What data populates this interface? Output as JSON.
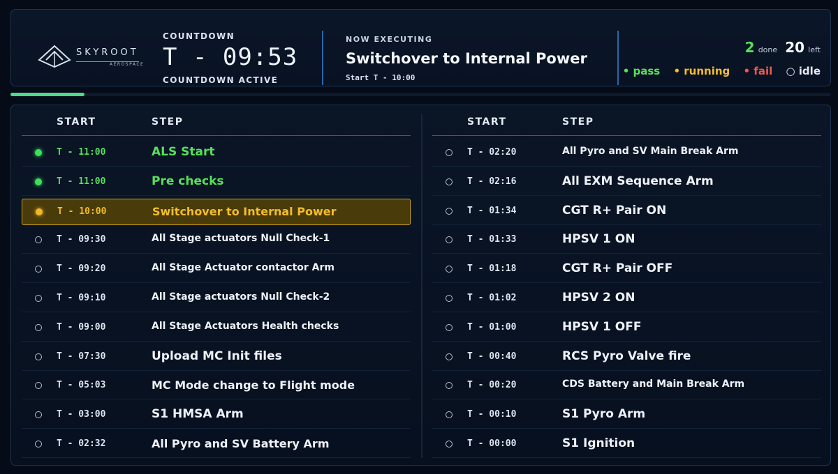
{
  "header": {
    "logo": {
      "name": "SKYROOT",
      "sub": "AEROSPACE"
    },
    "countdown_label": "COUNTDOWN",
    "countdown_time": "T - 09:53",
    "countdown_status": "COUNTDOWN ACTIVE",
    "now_label": "NOW EXECUTING",
    "now_step": "Switchover to Internal Power",
    "now_start": "Start T - 10:00",
    "done_count": "2",
    "done_label": "done",
    "left_count": "20",
    "left_label": "left",
    "legend": {
      "pass": "• pass",
      "running": "• running",
      "fail": "• fail",
      "idle": "○ idle"
    }
  },
  "colors": {
    "pass": "#56e05a",
    "running": "#f3bd2b",
    "fail": "#f0584a",
    "idle": "#e6ebf2",
    "accent_line": "#2a67a8"
  },
  "progress": {
    "fraction": 0.09
  },
  "columns": {
    "start": "START",
    "step": "STEP"
  },
  "left_steps": [
    {
      "start": "T - 11:00",
      "step": "ALS Start",
      "status": "pass"
    },
    {
      "start": "T - 11:00",
      "step": "Pre checks",
      "status": "pass"
    },
    {
      "start": "T - 10:00",
      "step": "Switchover to Internal Power",
      "status": "running"
    },
    {
      "start": "T - 09:30",
      "step": "All Stage actuators Null Check-1",
      "status": "idle"
    },
    {
      "start": "T - 09:20",
      "step": "All Stage Actuator contactor Arm",
      "status": "idle"
    },
    {
      "start": "T - 09:10",
      "step": "All Stage actuators Null Check-2",
      "status": "idle"
    },
    {
      "start": "T - 09:00",
      "step": "All Stage Actuators Health checks",
      "status": "idle"
    },
    {
      "start": "T - 07:30",
      "step": "Upload MC Init files",
      "status": "idle"
    },
    {
      "start": "T - 05:03",
      "step": "MC Mode change to Flight mode",
      "status": "idle"
    },
    {
      "start": "T - 03:00",
      "step": "S1 HMSA Arm",
      "status": "idle"
    },
    {
      "start": "T - 02:32",
      "step": "All Pyro and SV Battery Arm",
      "status": "idle"
    }
  ],
  "right_steps": [
    {
      "start": "T - 02:20",
      "step": "All Pyro and SV Main Break Arm",
      "status": "idle"
    },
    {
      "start": "T - 02:16",
      "step": "All EXM Sequence Arm",
      "status": "idle"
    },
    {
      "start": "T - 01:34",
      "step": "CGT R+ Pair ON",
      "status": "idle"
    },
    {
      "start": "T - 01:33",
      "step": "HPSV 1 ON",
      "status": "idle"
    },
    {
      "start": "T - 01:18",
      "step": "CGT R+ Pair OFF",
      "status": "idle"
    },
    {
      "start": "T - 01:02",
      "step": "HPSV 2 ON",
      "status": "idle"
    },
    {
      "start": "T - 01:00",
      "step": "HPSV 1 OFF",
      "status": "idle"
    },
    {
      "start": "T - 00:40",
      "step": "RCS Pyro Valve fire",
      "status": "idle"
    },
    {
      "start": "T - 00:20",
      "step": "CDS Battery and Main Break Arm",
      "status": "idle"
    },
    {
      "start": "T - 00:10",
      "step": "S1 Pyro Arm",
      "status": "idle"
    },
    {
      "start": "T - 00:00",
      "step": "S1 Ignition",
      "status": "idle"
    }
  ]
}
